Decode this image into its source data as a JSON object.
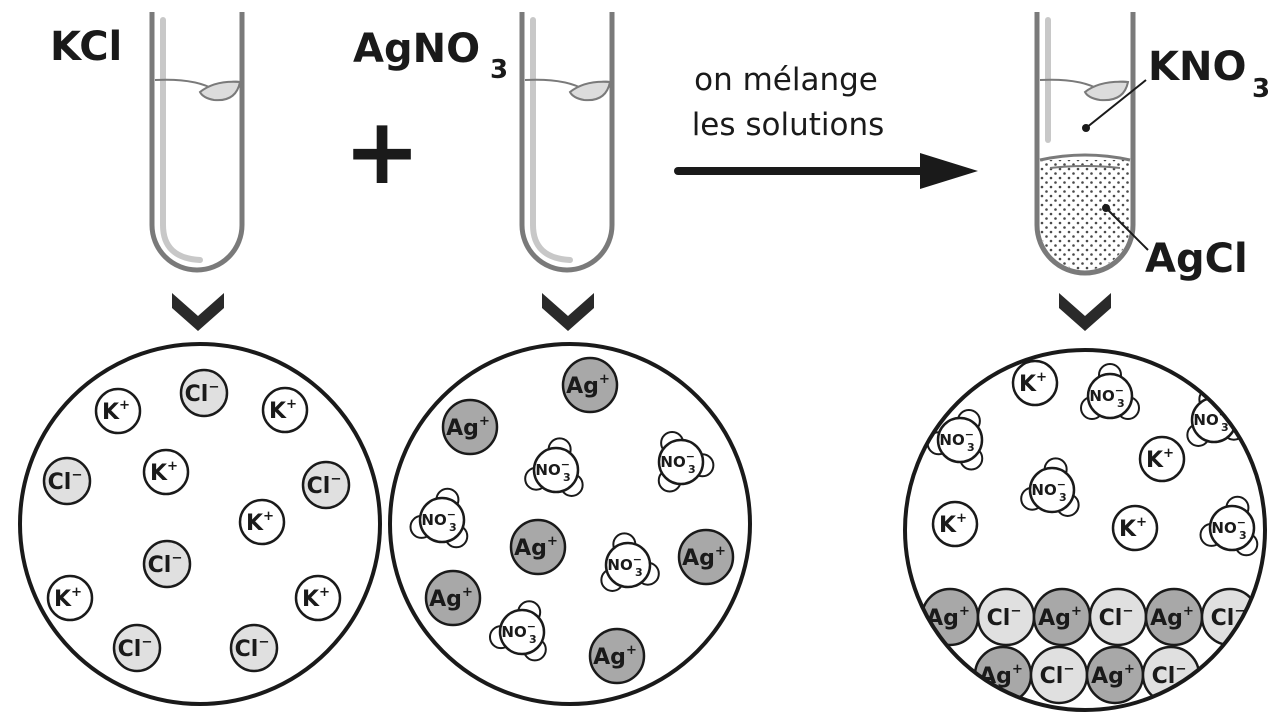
{
  "reagents": {
    "kcl": "KCl",
    "agno3": "AgNO",
    "agno3_sub": "3",
    "plus": "+"
  },
  "reaction_arrow": {
    "line1": "on mélange",
    "line2": "les solutions"
  },
  "products": {
    "kno3": "KNO",
    "kno3_sub": "3",
    "agcl": "AgCl"
  },
  "ions": {
    "potassium": "K",
    "chloride": "Cl",
    "silver": "Ag",
    "nitrate": "NO",
    "nitrate_sub": "3",
    "plus_sign": "+",
    "minus_sign": "−"
  },
  "colors": {
    "outline": "#1a1a1a",
    "tube": "#7a7a7a",
    "tube_highlight": "#c8c8c8",
    "chloride_fill": "#e0e0e0",
    "silver_fill": "#a8a8a8",
    "ion_fill": "#ffffff",
    "precipitate_dots": "#4a4a4a"
  }
}
